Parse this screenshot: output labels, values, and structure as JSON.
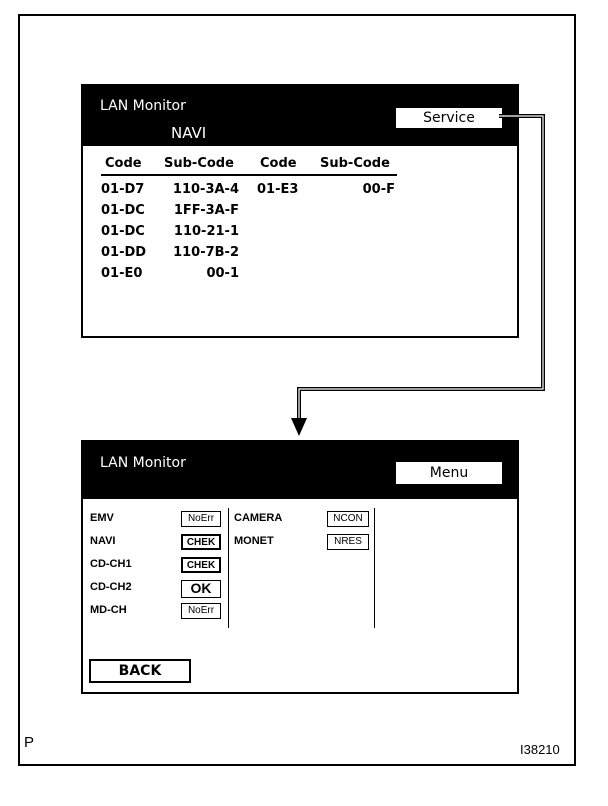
{
  "top_screen": {
    "title": "LAN Monitor",
    "subtitle": "NAVI",
    "service_button": "Service",
    "headers": [
      "Code",
      "Sub-Code",
      "Code",
      "Sub-Code"
    ],
    "rows_left": [
      {
        "code": "01-D7",
        "sub": "110-3A-4"
      },
      {
        "code": "01-DC",
        "sub": "1FF-3A-F"
      },
      {
        "code": "01-DC",
        "sub": "110-21-1"
      },
      {
        "code": "01-DD",
        "sub": "110-7B-2"
      },
      {
        "code": "01-E0",
        "sub": "00-1"
      }
    ],
    "rows_right": [
      {
        "code": "01-E3",
        "sub": "00-F"
      }
    ]
  },
  "bottom_screen": {
    "title": "LAN Monitor",
    "menu_button": "Menu",
    "col1": [
      {
        "label": "EMV",
        "status": "NoErr"
      },
      {
        "label": "NAVI",
        "status": "CHEK"
      },
      {
        "label": "CD-CH1",
        "status": "CHEK"
      },
      {
        "label": "CD-CH2",
        "status": "OK"
      },
      {
        "label": "MD-CH",
        "status": "NoErr"
      }
    ],
    "col2": [
      {
        "label": "CAMERA",
        "status": "NCON"
      },
      {
        "label": "MONET",
        "status": "NRES"
      }
    ],
    "back_button": "BACK"
  },
  "corner_left": "P",
  "figure_id": "I38210"
}
